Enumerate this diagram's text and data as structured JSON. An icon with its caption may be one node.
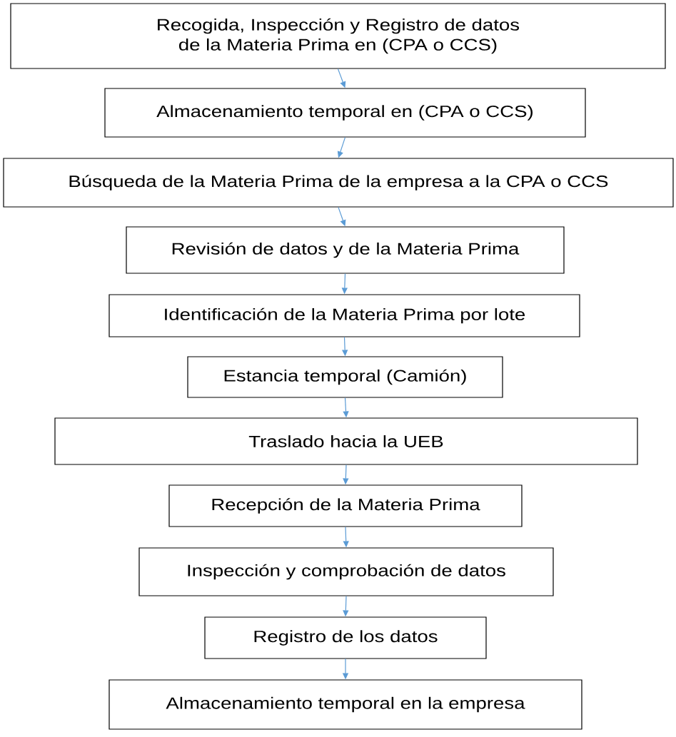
{
  "diagram": {
    "nodes": [
      {
        "text": [
          "Recogida, Inspección y Registro de datos de la Materia Prima en (CPA o CCS)"
        ]
      },
      {
        "text": [
          "Almacenamiento temporal en (CPA o CCS)"
        ]
      },
      {
        "text": [
          "Búsqueda de la Materia Prima de la empresa a la CPA o CCS"
        ]
      },
      {
        "text": [
          "Revisión de datos y de la Materia Prima"
        ]
      },
      {
        "text": [
          "Identificación de la Materia Prima por lote"
        ]
      },
      {
        "text": [
          "Estancia temporal (Camión)"
        ]
      },
      {
        "text": [
          "Traslado hacia la UEB"
        ]
      },
      {
        "text": [
          "Recepción de la Materia Prima"
        ]
      },
      {
        "text": [
          "Inspección y comprobación de datos"
        ]
      },
      {
        "text": [
          "Registro de los datos"
        ]
      },
      {
        "text": [
          "Almacenamiento temporal en la empresa"
        ]
      }
    ],
    "edges": [
      {
        "from": 0,
        "to": 1,
        "arrow": "to"
      },
      {
        "from": 1,
        "to": 2,
        "arrow": "to"
      },
      {
        "from": 2,
        "to": 3,
        "arrow": "to"
      },
      {
        "from": 3,
        "to": 4,
        "arrow": "to"
      },
      {
        "from": 4,
        "to": 5,
        "arrow": "to"
      },
      {
        "from": 5,
        "to": 6,
        "arrow": "to"
      },
      {
        "from": 6,
        "to": 7,
        "arrow": "to"
      },
      {
        "from": 7,
        "to": 8,
        "arrow": "to"
      },
      {
        "from": 8,
        "to": 9,
        "arrow": "to"
      },
      {
        "from": 9,
        "to": 10,
        "arrow": "to"
      }
    ]
  }
}
